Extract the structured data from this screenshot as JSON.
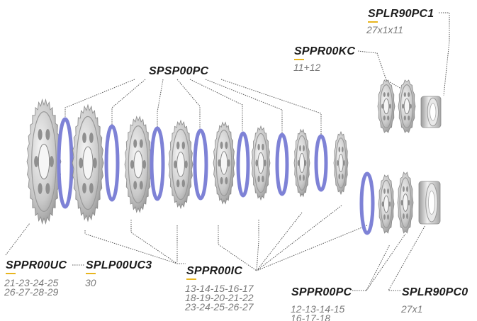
{
  "labels": {
    "splr90pc1": {
      "code": "SPLR90PC1",
      "sizes": [
        "27x1x11"
      ]
    },
    "sppr00kc": {
      "code": "SPPR00KC",
      "sizes": [
        "11+12"
      ]
    },
    "spsp00pc": {
      "code": "SPSP00PC",
      "sizes": []
    },
    "sppr00uc": {
      "code": "SPPR00UC",
      "sizes": [
        "21-23-24-25",
        "26-27-28-29"
      ]
    },
    "splp00uc3": {
      "code": "SPLP00UC3",
      "sizes": [
        "30"
      ]
    },
    "sppr00ic": {
      "code": "SPPR00IC",
      "sizes": [
        "13-14-15-16-17",
        "18-19-20-21-22",
        "23-24-25-26-27"
      ]
    },
    "sppr00pc": {
      "code": "SPPR00PC",
      "sizes": [
        "12-13-14-15",
        "16-17-18"
      ]
    },
    "splr90pc0": {
      "code": "SPLR90PC0",
      "sizes": [
        "27x1"
      ]
    }
  },
  "colors": {
    "spacer": "#7e82d6",
    "accent": "#e8b51e",
    "metal": "#c8c8c8",
    "leader": "#555555"
  }
}
